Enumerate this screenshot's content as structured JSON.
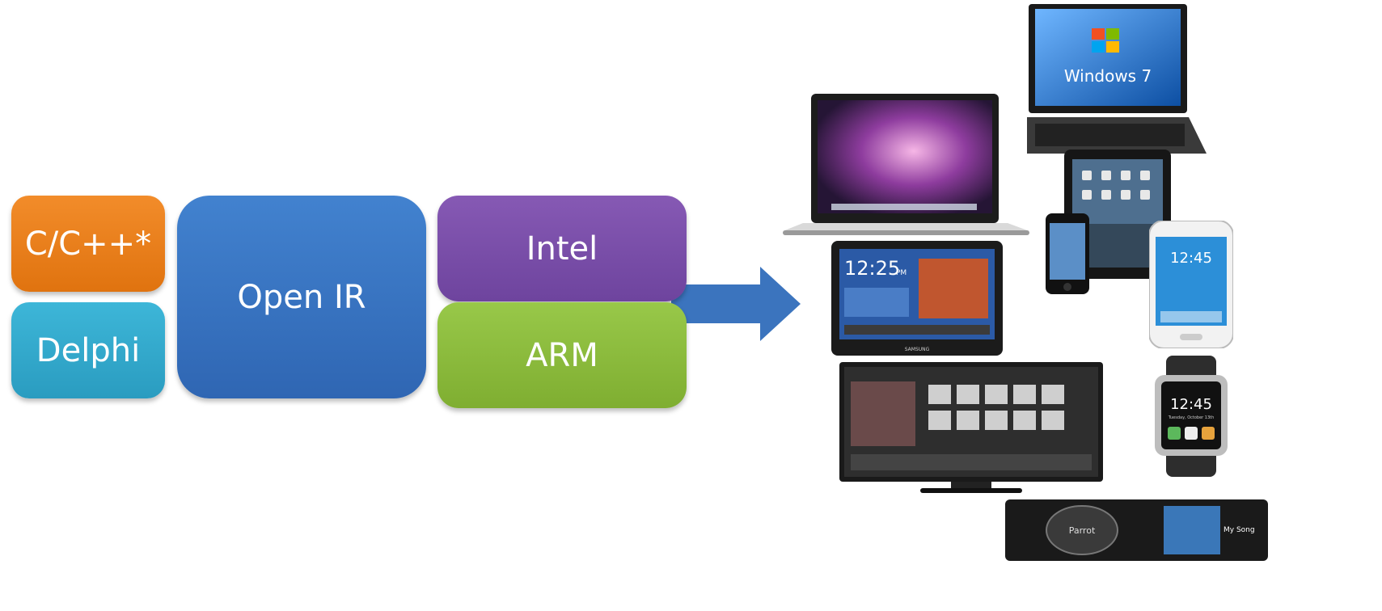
{
  "languages": [
    {
      "label": "C/C++*",
      "color": "#ED7D1A"
    },
    {
      "label": "Delphi",
      "color": "#33ADCF"
    }
  ],
  "ir": {
    "label": "Open IR",
    "color": "#3A76C4"
  },
  "targets": [
    {
      "label": "Intel",
      "color": "#7A4FA8"
    },
    {
      "label": "ARM",
      "color": "#8CBC3B"
    }
  ],
  "arrow_color": "#3B74BE",
  "devices": {
    "windows_logo_text": "Windows 7",
    "tablet_time": "12:25",
    "tablet_time_suffix": "PM",
    "tablet_brand": "SAMSUNG",
    "phone_time": "12:45",
    "watch_time": "12:45",
    "watch_date": "Tuesday, October 13th",
    "car_brand": "Parrot",
    "car_song": "My Song"
  }
}
